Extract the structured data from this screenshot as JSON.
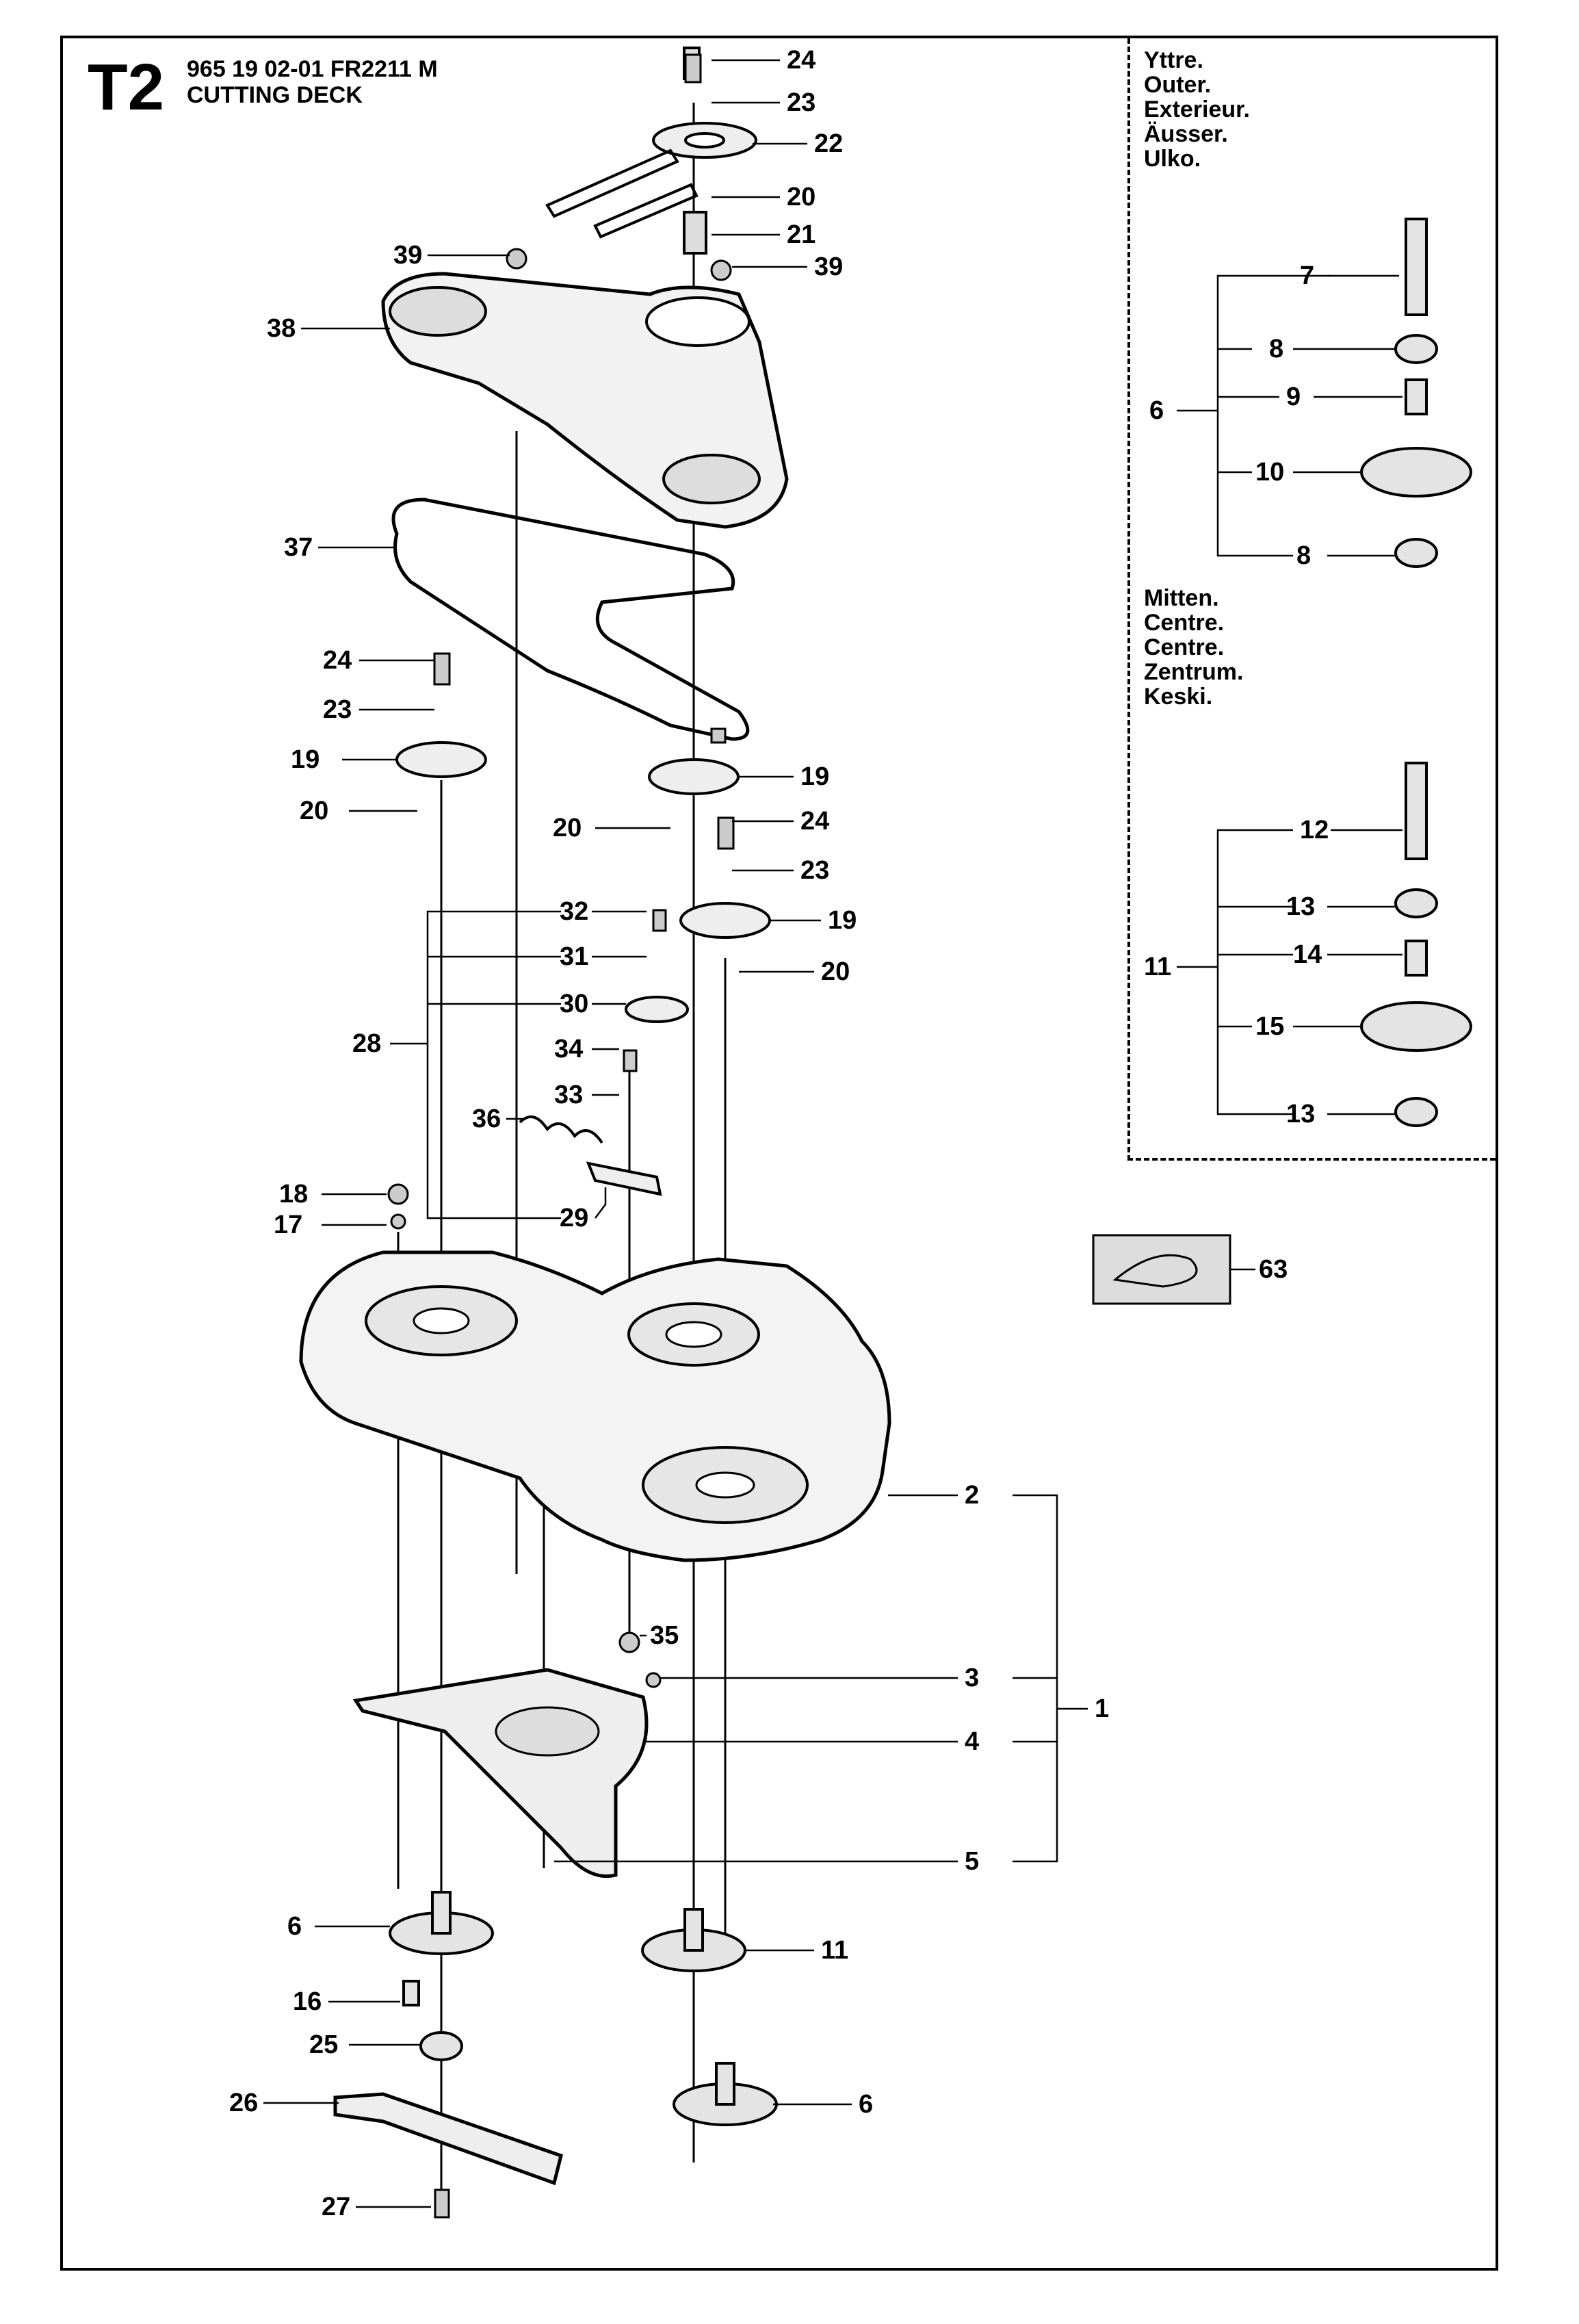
{
  "header": {
    "sheet_code": "T2",
    "part_number_line": "965 19 02-01 FR2211 M",
    "title": "CUTTING DECK"
  },
  "legend": {
    "outer_labels": [
      "Yttre.",
      "Outer.",
      "Exterieur.",
      "Äusser.",
      "Ulko."
    ],
    "centre_labels": [
      "Mitten.",
      "Centre.",
      "Centre.",
      "Zentrum.",
      "Keski."
    ]
  },
  "callouts": [
    "24",
    "23",
    "22",
    "20",
    "21",
    "39",
    "39",
    "38",
    "37",
    "24",
    "23",
    "19",
    "20",
    "19",
    "20",
    "24",
    "23",
    "19",
    "20",
    "32",
    "31",
    "30",
    "28",
    "34",
    "33",
    "36",
    "29",
    "18",
    "17",
    "2",
    "35",
    "3",
    "1",
    "4",
    "5",
    "6",
    "11",
    "16",
    "25",
    "26",
    "27",
    "6",
    "7",
    "8",
    "6",
    "9",
    "10",
    "8",
    "12",
    "13",
    "11",
    "14",
    "15",
    "13",
    "63"
  ]
}
